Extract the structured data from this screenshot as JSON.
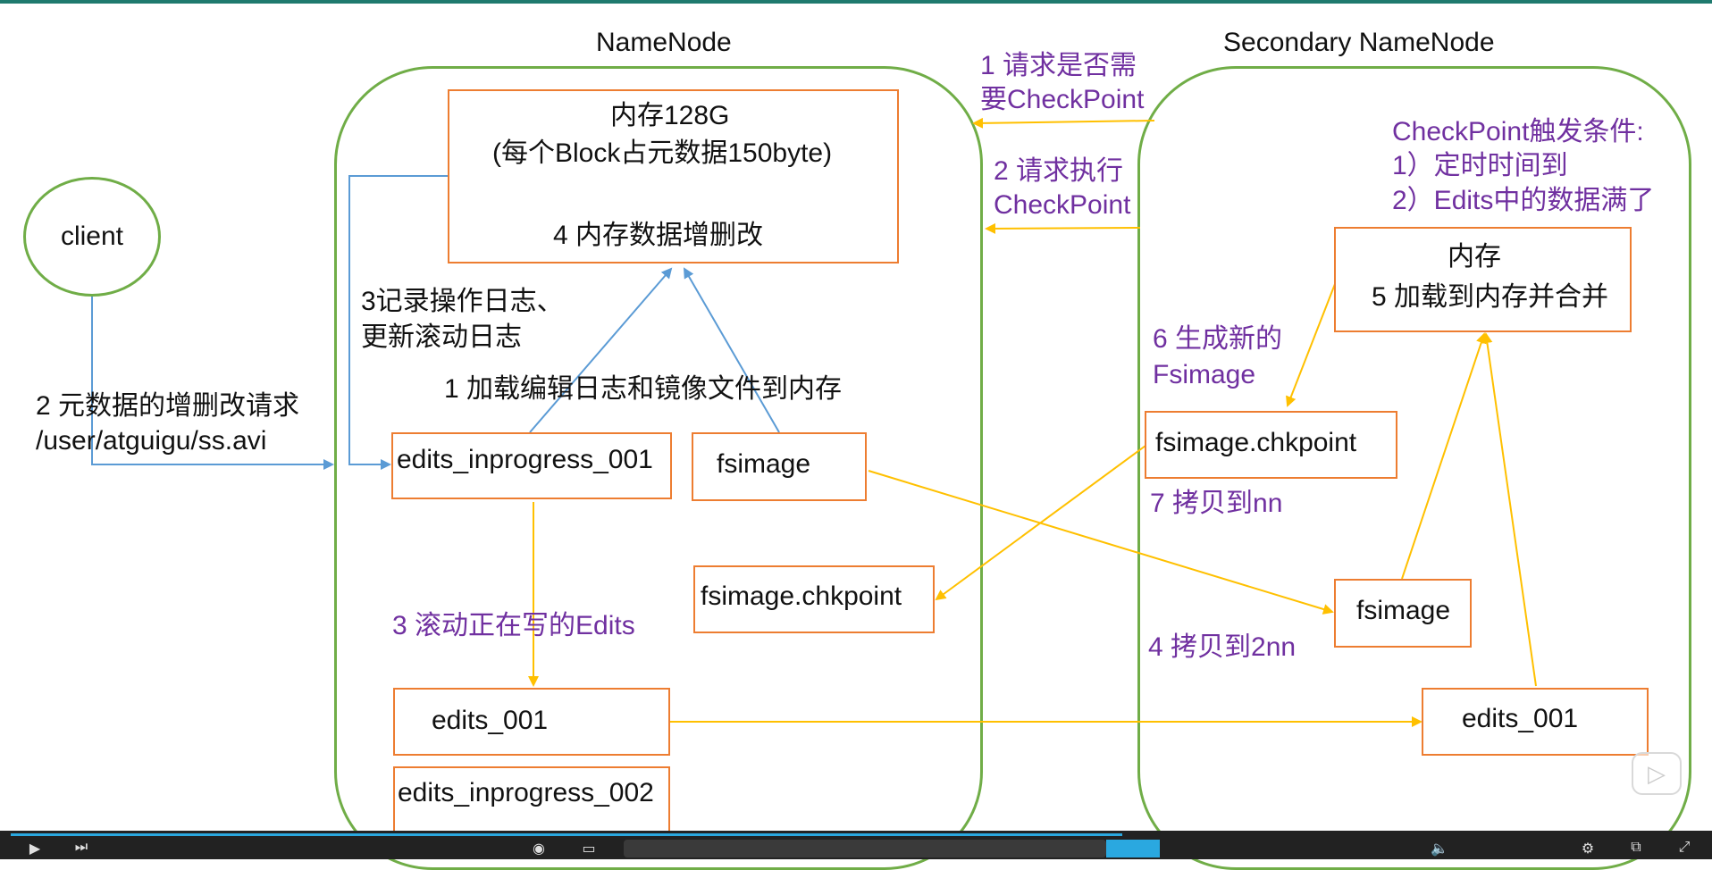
{
  "regions": {
    "namenode_title": "NameNode",
    "secondary_title": "Secondary NameNode"
  },
  "client": {
    "label": "client"
  },
  "namenode": {
    "memory": {
      "line1": "内存128G",
      "line2": "(每个Block占元数据150byte)",
      "line3": "4 内存数据增删改"
    },
    "boxes": {
      "edits_inprogress_001": "edits_inprogress_001",
      "fsimage": "fsimage",
      "fsimage_chkpoint": "fsimage.chkpoint",
      "edits_001": "edits_001",
      "edits_inprogress_002": "edits_inprogress_002"
    },
    "labels": {
      "record_log_1": "3记录操作日志、",
      "record_log_2": "更新滚动日志",
      "load_logs": "1 加载编辑日志和镜像文件到内存",
      "roll_edits": "3 滚动正在写的Edits"
    }
  },
  "client_request": {
    "line1": "2 元数据的增删改请求",
    "line2": "/user/atguigu/ss.avi"
  },
  "between": {
    "ask_1": "1 请求是否需",
    "ask_2": "要CheckPoint",
    "exec_1": "2 请求执行",
    "exec_2": "CheckPoint"
  },
  "secondary": {
    "conditions": {
      "title": "CheckPoint触发条件:",
      "c1": "1）定时时间到",
      "c2": "2）Edits中的数据满了"
    },
    "memory": {
      "line1": "内存",
      "line2": "5 加载到内存并合并"
    },
    "generate_1": "6 生成新的",
    "generate_2": "Fsimage",
    "boxes": {
      "fsimage_chkpoint": "fsimage.chkpoint",
      "fsimage": "fsimage",
      "edits_001": "edits_001"
    },
    "copy_nn": "7 拷贝到nn",
    "copy_2nn": "4 拷贝到2nn"
  },
  "colors": {
    "region_border": "#70ad47",
    "box_border": "#ed7d31",
    "arrow_blue": "#5b9bd5",
    "arrow_yellow": "#ffc000",
    "annotation_purple": "#7030a0"
  }
}
